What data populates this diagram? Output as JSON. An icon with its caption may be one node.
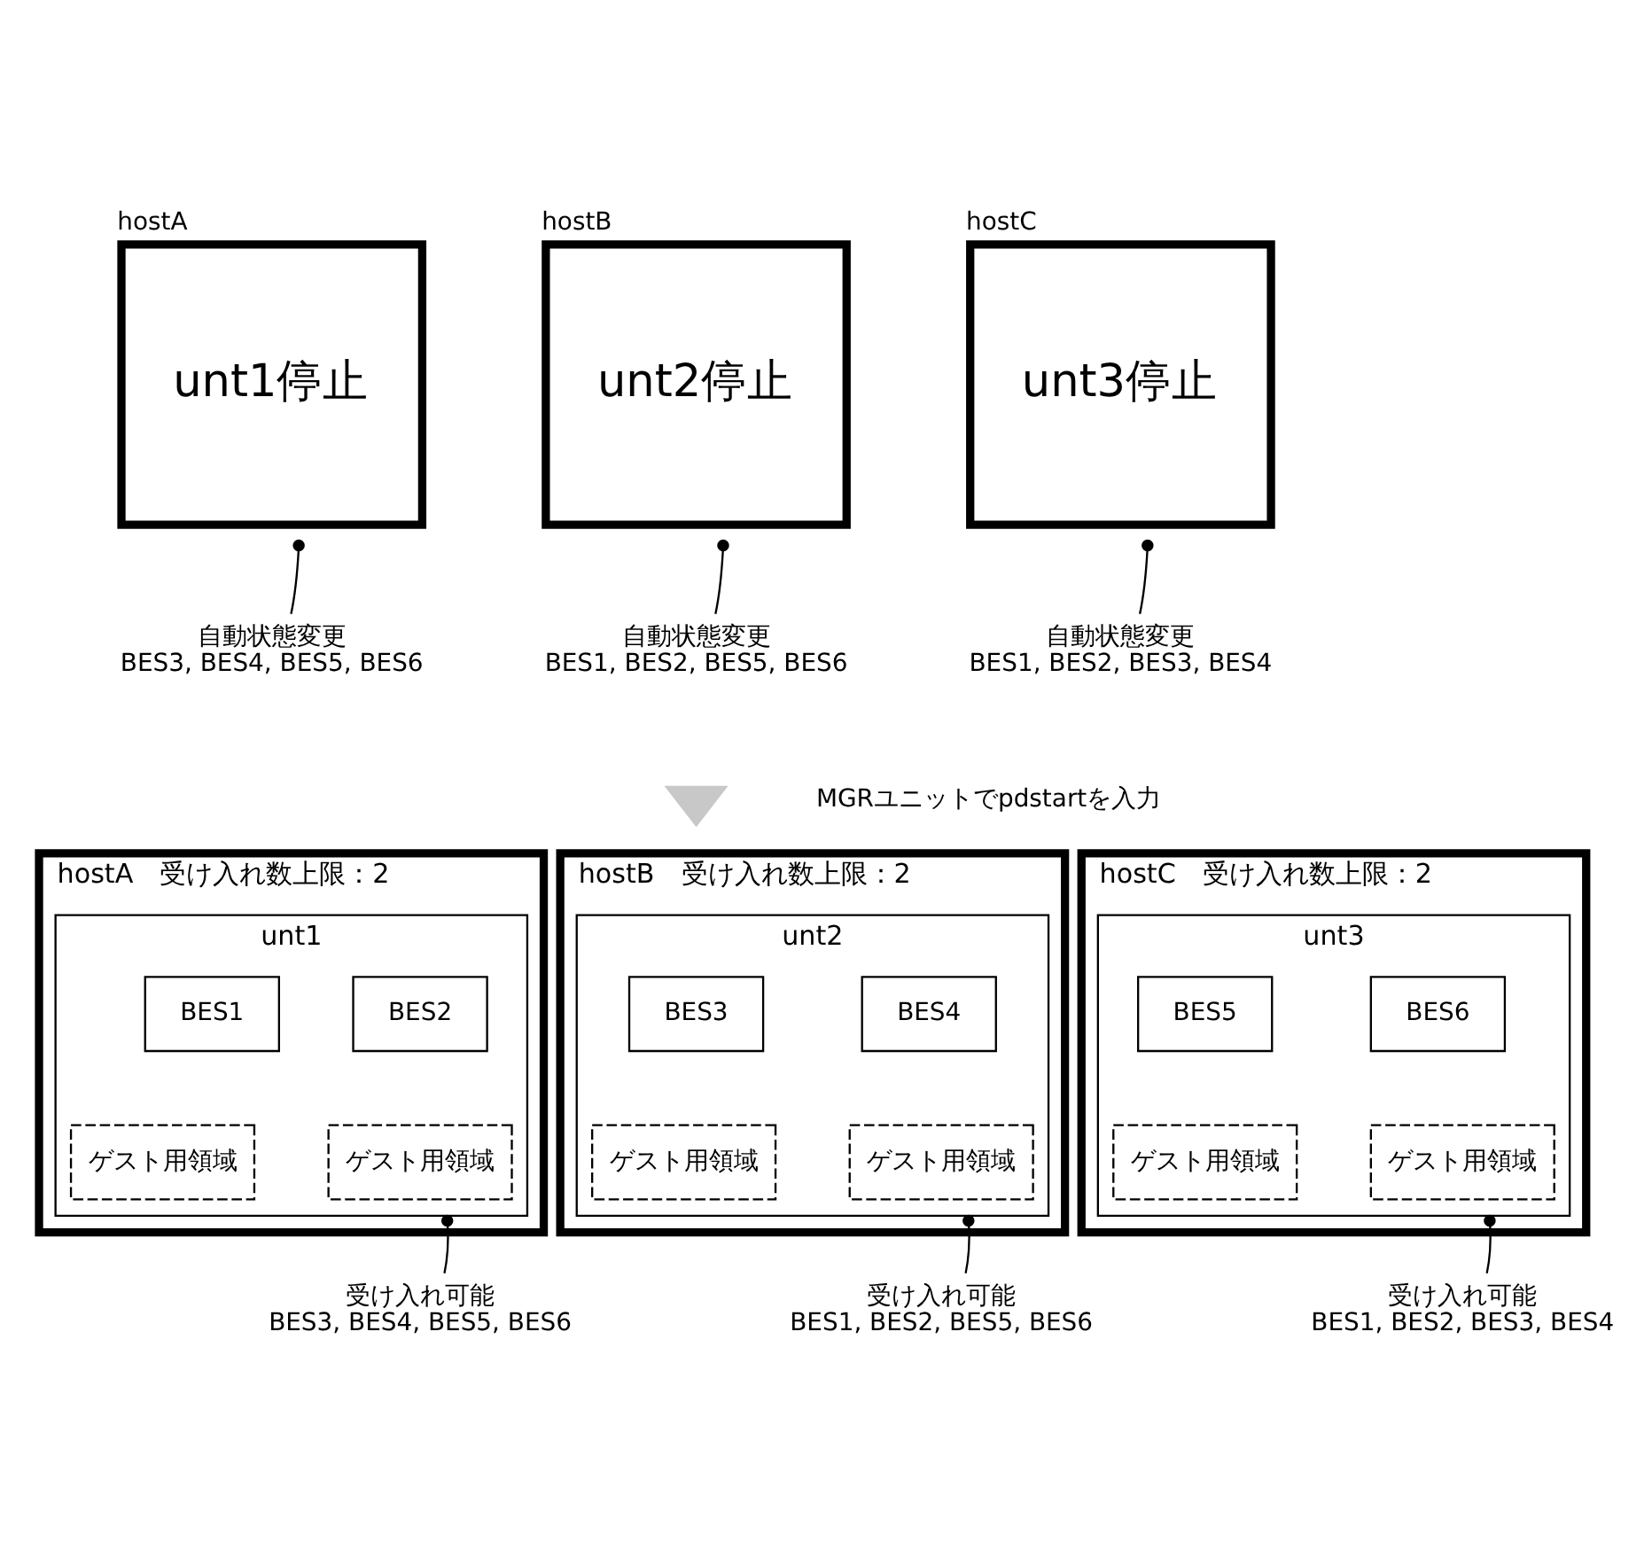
{
  "diagram": {
    "nodes": [
      {
        "text": [
          "hostA",
          "unt1停止"
        ]
      },
      {
        "text": [
          "自動状態変更",
          "BES3, BES4, BES5, BES6"
        ]
      },
      {
        "text": [
          "hostB",
          "unt2停止"
        ]
      },
      {
        "text": [
          "自動状態変更",
          "BES1, BES2, BES5, BES6"
        ]
      },
      {
        "text": [
          "hostC",
          "unt3停止"
        ]
      },
      {
        "text": [
          "自動状態変更",
          "BES1, BES2, BES3, BES4"
        ]
      },
      {
        "text": [
          "hostA　受け入れ数上限：2"
        ]
      },
      {
        "text": [
          "unt1"
        ],
        "in": 6
      },
      {
        "text": [
          "BES1"
        ],
        "in": 7
      },
      {
        "text": [
          "BES2"
        ],
        "in": 7
      },
      {
        "text": [
          "ゲスト用領域"
        ],
        "in": 7
      },
      {
        "text": [
          "ゲスト用領域"
        ],
        "in": 7
      },
      {
        "text": [
          "受け入れ可能",
          "BES3, BES4, BES5, BES6"
        ]
      },
      {
        "text": [
          "hostB　受け入れ数上限：2"
        ]
      },
      {
        "text": [
          "unt2"
        ],
        "in": 13
      },
      {
        "text": [
          "BES3"
        ],
        "in": 14
      },
      {
        "text": [
          "BES4"
        ],
        "in": 14
      },
      {
        "text": [
          "ゲスト用領域"
        ],
        "in": 14
      },
      {
        "text": [
          "ゲスト用領域"
        ],
        "in": 14
      },
      {
        "text": [
          "受け入れ可能",
          "BES1, BES2, BES5, BES6"
        ]
      },
      {
        "text": [
          "hostC　受け入れ数上限：2"
        ]
      },
      {
        "text": [
          "unt3"
        ],
        "in": 20
      },
      {
        "text": [
          "BES5"
        ],
        "in": 21
      },
      {
        "text": [
          "BES6"
        ],
        "in": 21
      },
      {
        "text": [
          "ゲスト用領域"
        ],
        "in": 21
      },
      {
        "text": [
          "ゲスト用領域"
        ],
        "in": 21
      },
      {
        "text": [
          "受け入れ可能",
          "BES1, BES2, BES3, BES4"
        ]
      },
      {
        "text": [],
        "shape": "arrow"
      }
    ],
    "edges": [
      {
        "from": 1,
        "to": 0,
        "arrow": "other"
      },
      {
        "from": 3,
        "to": 2,
        "arrow": "other"
      },
      {
        "from": 5,
        "to": 4,
        "arrow": "other"
      },
      {
        "from": 12,
        "to": 7,
        "arrow": "other"
      },
      {
        "from": 19,
        "to": 14,
        "arrow": "other"
      },
      {
        "from": 26,
        "to": 21,
        "arrow": "other"
      }
    ],
    "labels": [
      "MGRユニットでpdstartを入力"
    ]
  }
}
